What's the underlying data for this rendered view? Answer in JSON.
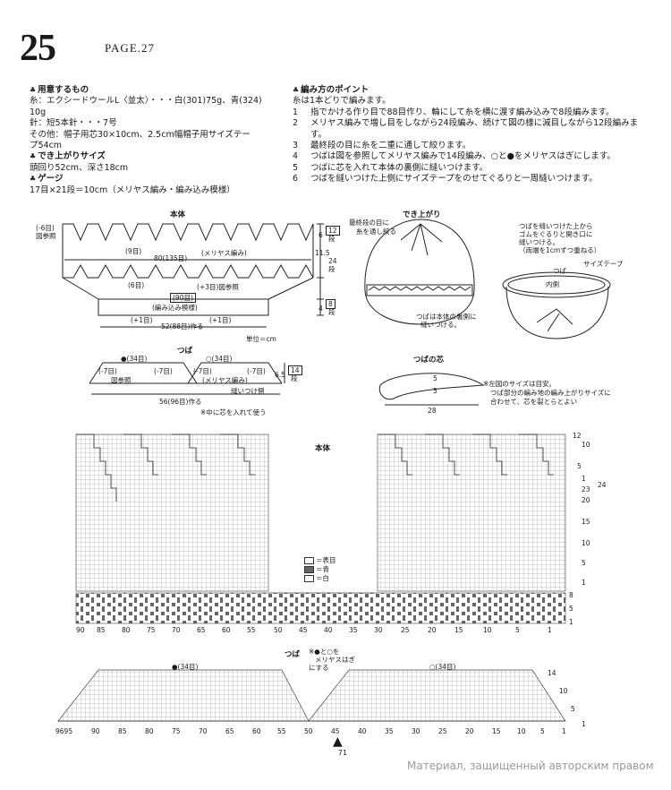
{
  "header": {
    "pattern_number": "25",
    "page_ref": "PAGE.27"
  },
  "materials": {
    "heading": "用意するもの",
    "lines": [
      "糸：エクシードウールL〈並太〉・・・白(301)75g、青(324)",
      "10g",
      "針：短5本針・・・7号",
      "その他：帽子用芯30×10cm、2.5cm幅帽子用サイズテー",
      "プ54cm"
    ],
    "size_heading": "でき上がりサイズ",
    "size_line": "頭回り52cm、深さ18cm",
    "gauge_heading": "ゲージ",
    "gauge_line": "17目×21段＝10cm（メリヤス編み・編み込み模様）"
  },
  "points": {
    "heading": "編み方のポイント",
    "intro": "糸は1本どりで編みます。",
    "steps": [
      {
        "n": "1",
        "text": "指でかける作り目で88目作り、輪にして糸を横に渡す編み込みで8段編みます。"
      },
      {
        "n": "2",
        "text": "メリヤス編みで増し目をしながら24段編み、続けて図の様に減目しながら12段編みます。"
      },
      {
        "n": "3",
        "text": "最終段の目に糸を二重に通して絞ります。"
      },
      {
        "n": "4",
        "text": "つばは図を参照してメリヤス編みで14段編み、○と●をメリヤスはぎにします。"
      },
      {
        "n": "5",
        "text": "つばに芯を入れて本体の裏側に縫いつけます。"
      },
      {
        "n": "6",
        "text": "つばを縫いつけた上側にサイズテープをのせてぐるりと一周縫いつけます。"
      }
    ]
  },
  "body_diagram": {
    "title": "本体",
    "dec_note": "(-6目)",
    "ref_note": "図参照",
    "nine": "(9目)",
    "width": "80(135目)",
    "stitch": "(メリヤス編み)",
    "six": "(6目)",
    "inc_note": "(+3目)図参照",
    "band_sts": "(90目)",
    "band_stitch": "(編み込み模様)",
    "plus_one_l": "(+1目)",
    "plus_one_r": "(+1目)",
    "cast_on": "52(88目)作る",
    "h6": "6",
    "h12": "12",
    "h_dan1": "段",
    "h115": "11.5",
    "h24": "24",
    "h_dan2": "段",
    "h4": "4",
    "h8": "8",
    "h_dan3": "段",
    "unit": "単位＝cm"
  },
  "finished_diagram": {
    "title": "でき上がり",
    "note_top_1": "最終段の目に",
    "note_top_2": "糸を通し絞る",
    "note_bottom_1": "つばは本体の裏側に",
    "note_bottom_2": "縫いつける。"
  },
  "inside_diagram": {
    "note_1": "つばを縫いつけた上から",
    "note_2": "ゴムをぐるりと開き口に",
    "note_3": "縫いつける。",
    "note_4": "（両端を1cmずつ重ねる）",
    "brim": "つば",
    "tape": "サイズテープ",
    "inner": "内側"
  },
  "brim_diagram": {
    "title": "つば",
    "filled_sts": "●(34目)",
    "open_sts": "○(34目)",
    "m7a": "(-7目)",
    "m7b": "(-7目)",
    "m7c": "(-7目)",
    "m7d": "(-7目)",
    "ref": "図参照",
    "stitch": "(メリヤス編み)",
    "sew_side": "縫いつけ側",
    "h65": "6.5",
    "h14": "14",
    "h_dan": "段",
    "cast_on": "56(96目)作る",
    "core_note": "※中に芯を入れて使う"
  },
  "core_diagram": {
    "title": "つばの芯",
    "d5a": "5",
    "d5b": "5",
    "d28": "28",
    "note_1": "※左図のサイズは目安。",
    "note_2": "つば部分の編み地の編み上がりサイズに",
    "note_3": "合わせて、芯を裂とらとよい"
  },
  "body_chart": {
    "title": "本体",
    "legend": [
      {
        "symbol": "□",
        "label": "＝表目"
      },
      {
        "symbol": "▩",
        "label": "＝青"
      },
      {
        "symbol": "□",
        "label": "＝白"
      }
    ],
    "right_rows": [
      "12",
      "10",
      "5",
      "1",
      "23",
      "24",
      "20",
      "15",
      "10",
      "5",
      "1"
    ],
    "band_rows": [
      "8",
      "5",
      "1"
    ],
    "x_labels": [
      "90",
      "85",
      "80",
      "75",
      "70",
      "65",
      "60",
      "55",
      "50",
      "45",
      "40",
      "35",
      "30",
      "25",
      "20",
      "15",
      "10",
      "5",
      "1"
    ]
  },
  "brim_chart": {
    "title": "つば",
    "note_1": "※●と○を",
    "note_2": "メリヤスはぎ",
    "note_3": "にする",
    "filled_sts": "●(34目)",
    "open_sts": "○(34目)",
    "rows": [
      "14",
      "10",
      "5",
      "1"
    ],
    "x_labels": [
      "9695",
      "90",
      "85",
      "80",
      "75",
      "70",
      "65",
      "60",
      "55",
      "50",
      "45",
      "40",
      "35",
      "30",
      "25",
      "20",
      "15",
      "10",
      "5",
      "1"
    ]
  },
  "footer": {
    "page_number": "71",
    "watermark": "Материал, защищенный авторским правом"
  }
}
